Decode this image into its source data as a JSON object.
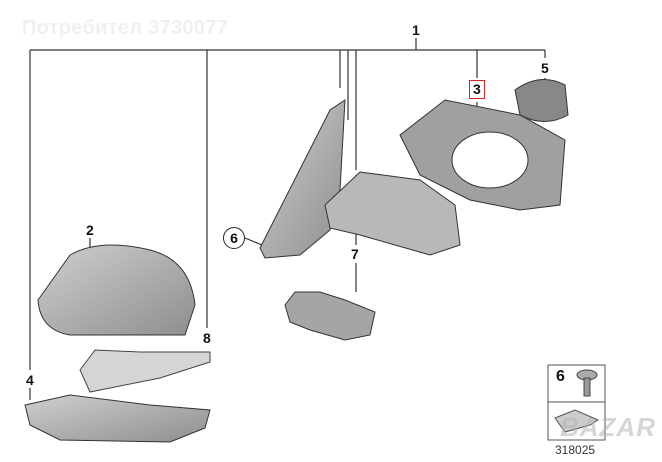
{
  "watermark_user": "Потребител 3730077",
  "watermark_site": "BAZAR",
  "callouts": {
    "c1": "1",
    "c2": "2",
    "c3": "3",
    "c4": "4",
    "c5": "5",
    "c6": "6",
    "c7": "7",
    "c8": "8"
  },
  "legend_box": {
    "number": "6"
  },
  "diagram_id": "318025",
  "colors": {
    "highlight": "#dd2222",
    "part": "#a9a9a9"
  }
}
